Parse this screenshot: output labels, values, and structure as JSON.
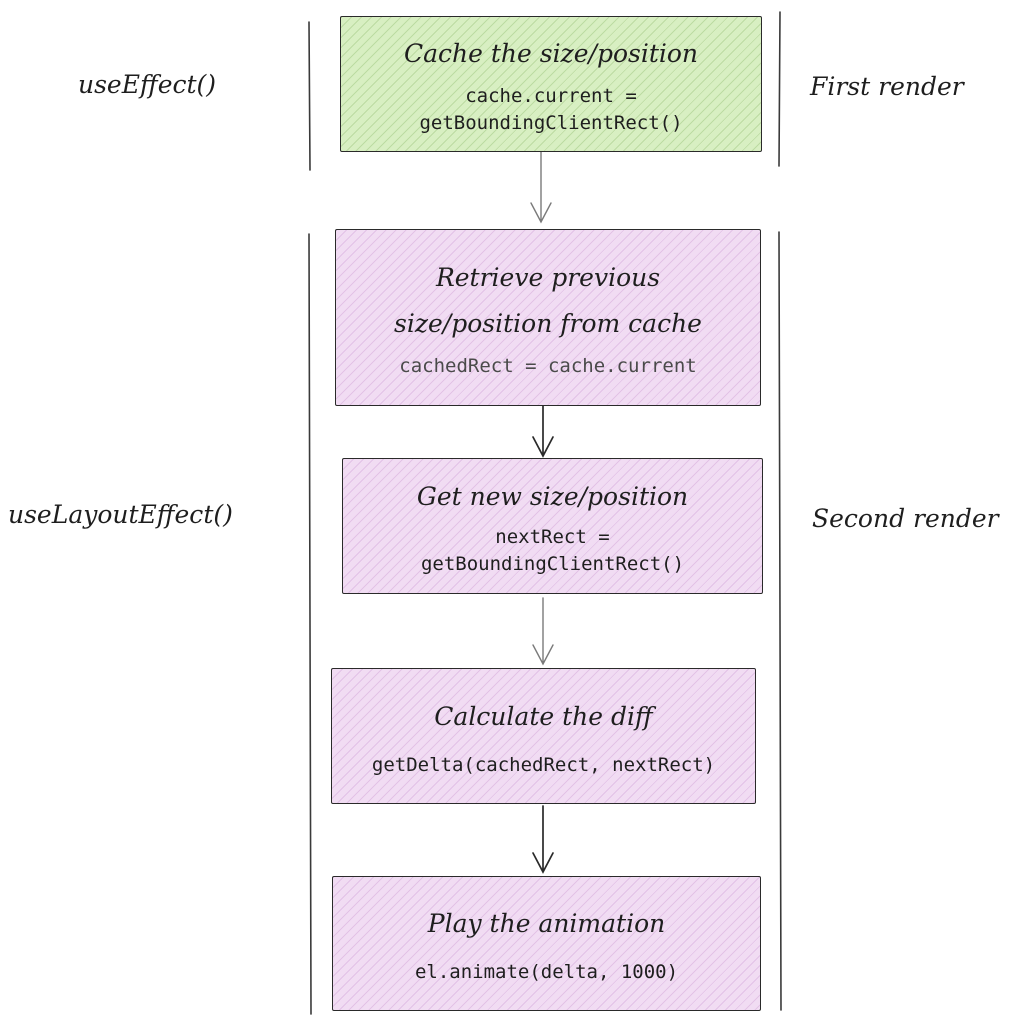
{
  "steps": [
    {
      "title": [
        "Cache the size/position"
      ],
      "code": [
        "cache.current =",
        "getBoundingClientRect()"
      ]
    },
    {
      "title": [
        "Retrieve previous",
        "size/position from cache"
      ],
      "code": [
        "cachedRect = cache.current"
      ]
    },
    {
      "title": [
        "Get new size/position"
      ],
      "code": [
        "nextRect =",
        "getBoundingClientRect()"
      ]
    },
    {
      "title": [
        "Calculate the diff"
      ],
      "code": [
        "getDelta(cachedRect, nextRect)"
      ]
    },
    {
      "title": [
        "Play the animation"
      ],
      "code": [
        "el.animate(delta, 1000)"
      ]
    }
  ],
  "side_labels": {
    "use_effect": "useEffect()",
    "use_layout_effect": "useLayoutEffect()",
    "first_render": "First render",
    "second_render": "Second render"
  },
  "colors": {
    "green_fill": "#d8efc2",
    "purple_fill": "#f1dcf3",
    "stroke": "#2a2a2a"
  }
}
